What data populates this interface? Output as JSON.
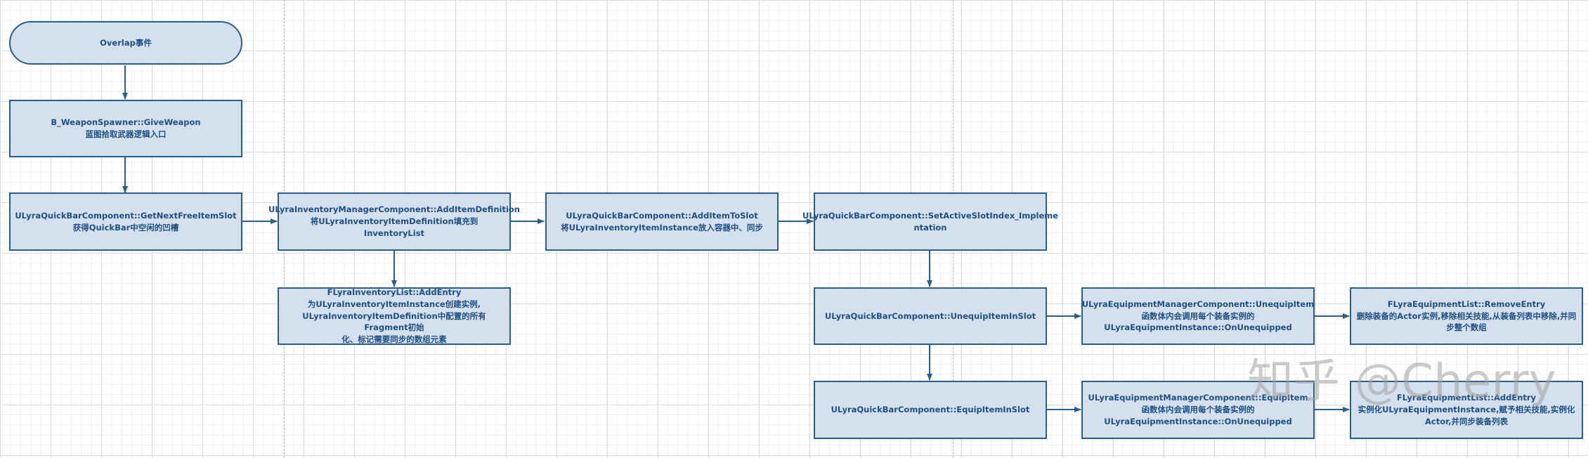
{
  "nodes": {
    "overlap": {
      "line1": "Overlap事件"
    },
    "give_weapon": {
      "line1": "B_WeaponSpawner::GiveWeapon",
      "line2": "蓝图拾取武器逻辑入口"
    },
    "get_next_free": {
      "line1": "ULyraQuickBarComponent::GetNextFreeItemSlot",
      "line2": "获得QuickBar中空闲的凹槽"
    },
    "add_item_def": {
      "line1": "ULyraInventoryManagerComponent::AddItemDefinition",
      "line2": "将ULyraInventoryItemDefinition填充到InventoryList"
    },
    "add_entry": {
      "line1": "FLyraInventoryList::AddEntry",
      "line2": "为ULyraInventoryItemInstance创建实例,",
      "line3": "ULyraInventoryItemDefinition中配置的所有Fragment初始",
      "line4": "化、标记需要同步的数组元素"
    },
    "add_item_to_slot": {
      "line1": "ULyraQuickBarComponent::AddItemToSlot",
      "line2": "将ULyraInventoryItemInstance放入容器中、同步"
    },
    "set_active_slot": {
      "line1": "ULyraQuickBarComponent::SetActiveSlotIndex_Impleme",
      "line2": "ntation"
    },
    "unequip_in_slot": {
      "line1": "ULyraQuickBarComponent::UnequipItemInSlot"
    },
    "equip_in_slot": {
      "line1": "ULyraQuickBarComponent::EquipItemInSlot"
    },
    "eq_unequip_item": {
      "line1": "ULyraEquipmentManagerComponent::UnequipItem",
      "line2": "函数体内会调用每个装备实例的",
      "line3": "ULyraEquipmentInstance::OnUnequipped"
    },
    "eq_equip_item": {
      "line1": "ULyraEquipmentManagerComponent::EquipItem",
      "line2": "函数体内会调用每个装备实例的",
      "line3": "ULyraEquipmentInstance::OnUnequipped"
    },
    "remove_entry": {
      "line1": "FLyraEquipmentList::RemoveEntry",
      "line2": "删除装备的Actor实例,移除相关技能,从装备列表中移除,并同",
      "line3": "步整个数组"
    },
    "eq_add_entry": {
      "line1": "FLyraEquipmentList::AddEntry",
      "line2": "实例化ULyraEquipmentInstance,赋予相关技能,实例化",
      "line3": "Actor,并同步装备列表"
    }
  },
  "watermark": {
    "text": "知乎 @Cherry"
  },
  "colors": {
    "node_fill": "#d5e0ef",
    "node_border": "#2c5e8a",
    "node_text": "#1f4f80",
    "edge": "#2c5e8a"
  }
}
